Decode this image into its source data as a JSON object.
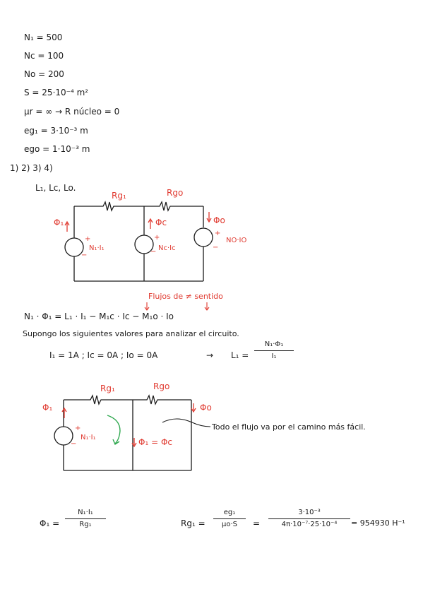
{
  "params": [
    "N₁ = 500",
    "Nc = 100",
    "No = 200",
    "S = 25·10⁻⁴ m²",
    "μr = ∞ → R núcleo = 0",
    "eg₁ = 3·10⁻³ m",
    "ego = 1·10⁻³ m"
  ],
  "questions": "1) 2) 3) 4)",
  "inductances": "L₁, Lc, Lo.",
  "circuit1": {
    "rg_i": "Rg₁",
    "rg_o": "Rgo",
    "phi_i": "Φ₁",
    "phi_c": "Φc",
    "phi_o": "Φo",
    "src_i": "N₁·I₁",
    "src_c": "Nc·Ic",
    "src_o": "NO·IO",
    "plus": "+",
    "minus": "−"
  },
  "flux_note": "Flujos de ≠ sentido",
  "equation1": "N₁ · Φ₁ = L₁ · I₁ − M₁c · Ic − M₁o · Io",
  "suppose": "Supongo los siguientes valores para analizar el circuito.",
  "values_line": "I₁ = 1A ; Ic = 0A ; Io = 0A",
  "arrow": "→",
  "li_lhs": "L₁ =",
  "li_num": "N₁·Φ₁",
  "li_den": "I₁",
  "circuit2": {
    "rg_i": "Rg₁",
    "rg_o": "Rgo",
    "phi_i": "Φ₁",
    "phi_o": "Φo",
    "src_i": "N₁·I₁",
    "phi_eq": "Φ₁ = Φc",
    "plus": "+",
    "minus": "−"
  },
  "path_note": "Todo el flujo va por el camino más fácil.",
  "phi_lhs": "Φ₁ =",
  "phi_num": "N₁·I₁",
  "phi_den": "Rg₁",
  "rg_lhs": "Rg₁ =",
  "rg_num1": "eg₁",
  "rg_den1": "μo·S",
  "eq_sign": "=",
  "rg_num2": "3·10⁻³",
  "rg_den2": "4π·10⁻⁷·25·10⁻⁴",
  "rg_result": "= 954930 H⁻¹"
}
